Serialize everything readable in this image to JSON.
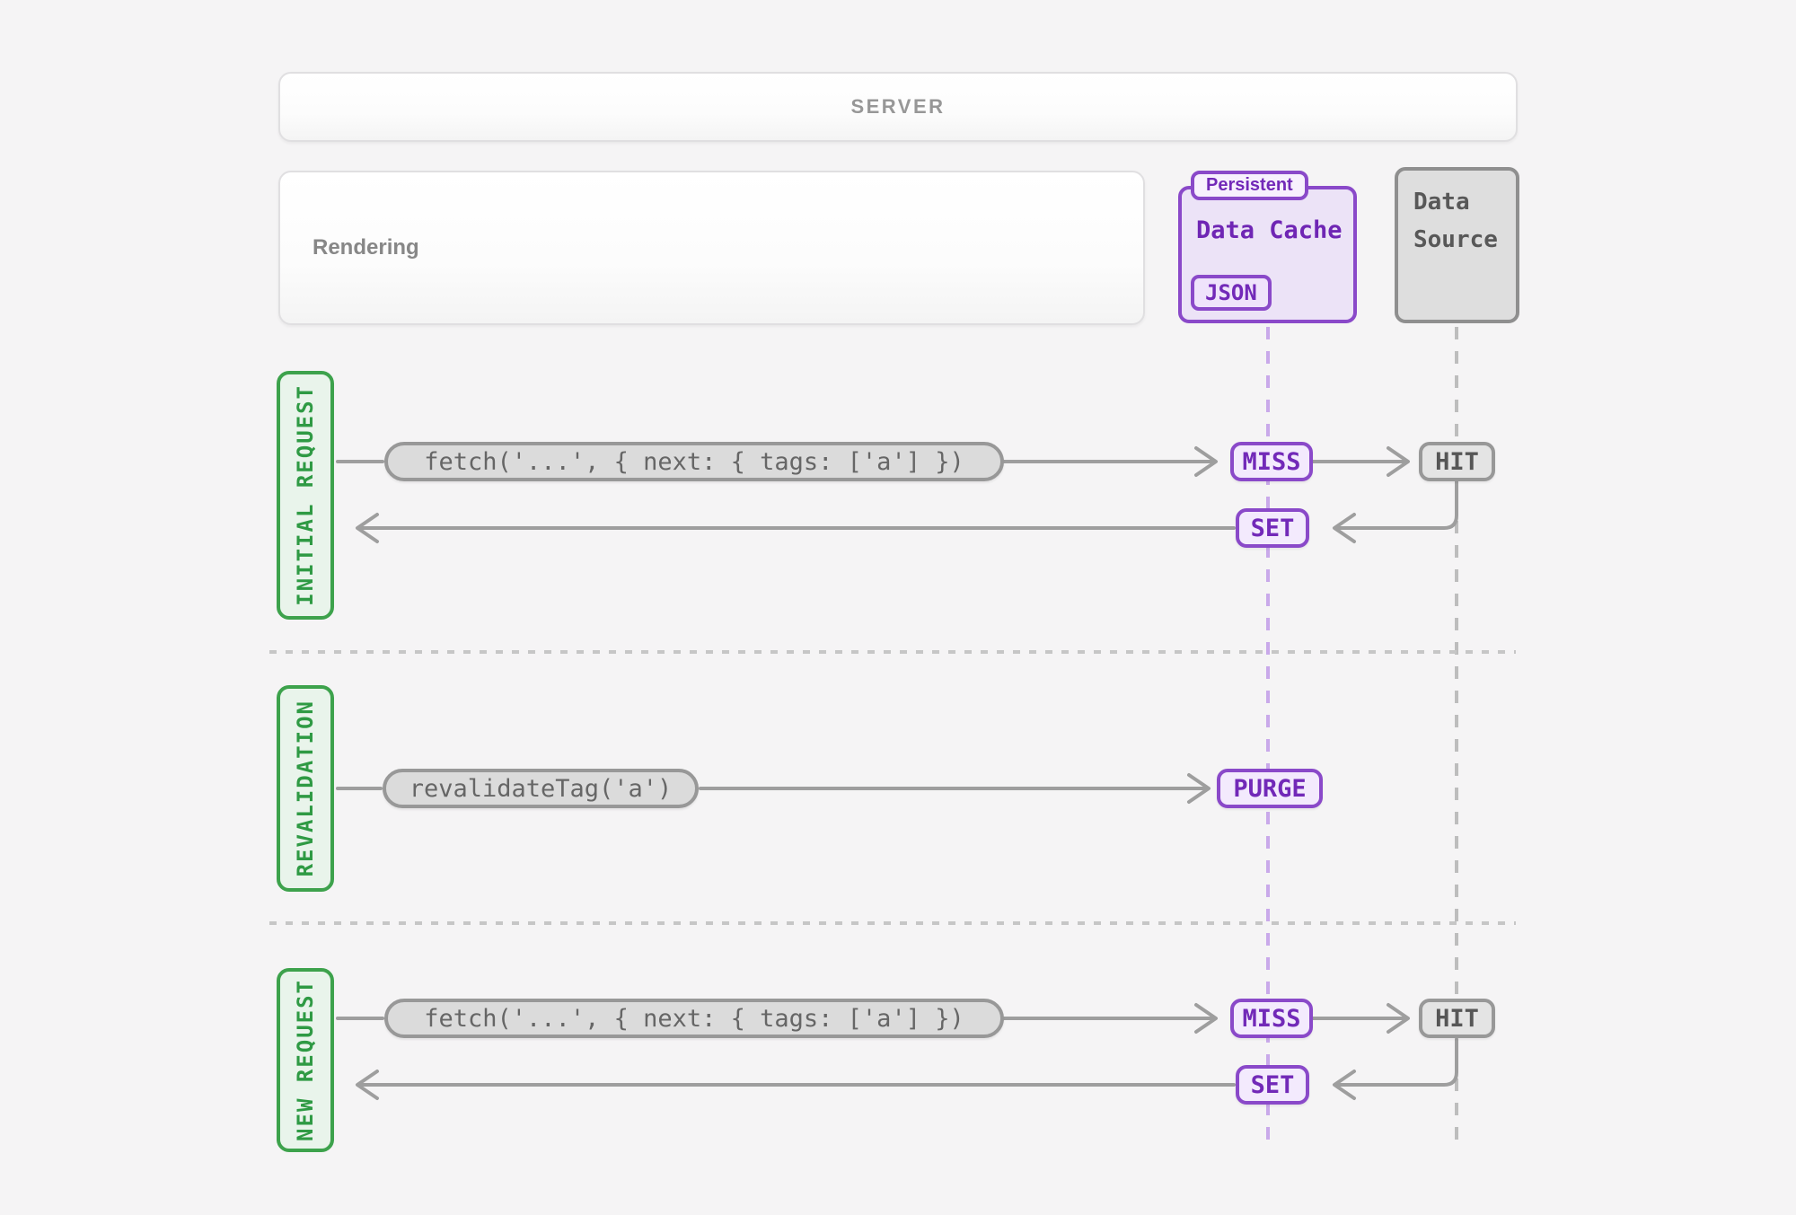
{
  "server": {
    "label": "SERVER"
  },
  "rendering": {
    "label": "Rendering"
  },
  "data_cache": {
    "tag": "Persistent",
    "title": "Data Cache",
    "format_badge": "JSON"
  },
  "data_source": {
    "title": "Data Source"
  },
  "sections": {
    "initial": {
      "label": "INITIAL REQUEST",
      "fetch_call": "fetch('...', { next: { tags: ['a'] })",
      "cache_result": "MISS",
      "source_result": "HIT",
      "cache_write": "SET"
    },
    "revalidation": {
      "label": "REVALIDATION",
      "call": "revalidateTag('a')",
      "cache_action": "PURGE"
    },
    "new_request": {
      "label": "NEW REQUEST",
      "fetch_call": "fetch('...', { next: { tags: ['a'] })",
      "cache_result": "MISS",
      "source_result": "HIT",
      "cache_write": "SET"
    }
  },
  "colors": {
    "background": "#f5f4f5",
    "purple_border": "#8a49c9",
    "purple_text": "#7229b8",
    "purple_fill": "#f3eafd",
    "green_border": "#3da24c",
    "green_text": "#2f9a44",
    "green_fill": "#e9f4eb",
    "gray_border": "#989898",
    "gray_fill": "#dbdbdb",
    "arrow_gray": "#9e9e9e",
    "dash_purple": "#c9a9ea",
    "dash_gray": "#bdbdbd"
  }
}
